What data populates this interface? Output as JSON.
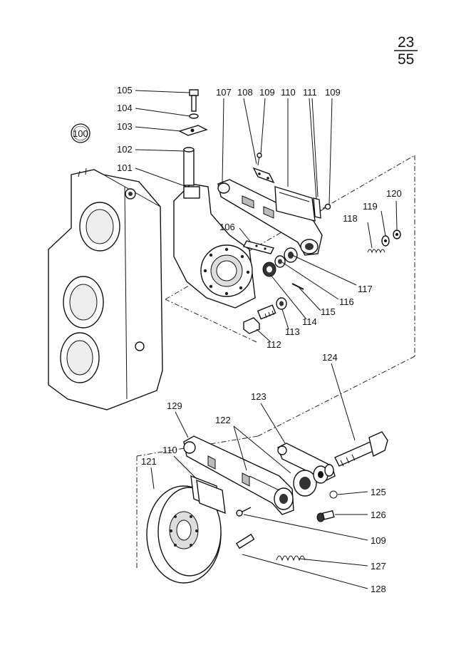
{
  "page": {
    "number_top": "23",
    "number_bottom": "55"
  },
  "assembly_label": "100",
  "callouts": [
    {
      "id": "c105",
      "text": "105"
    },
    {
      "id": "c104",
      "text": "104"
    },
    {
      "id": "c103",
      "text": "103"
    },
    {
      "id": "c102",
      "text": "102"
    },
    {
      "id": "c101",
      "text": "101"
    },
    {
      "id": "c107",
      "text": "107"
    },
    {
      "id": "c108",
      "text": "108"
    },
    {
      "id": "c109a",
      "text": "109"
    },
    {
      "id": "c110a",
      "text": "110"
    },
    {
      "id": "c111",
      "text": "111"
    },
    {
      "id": "c109b",
      "text": "109"
    },
    {
      "id": "c120",
      "text": "120"
    },
    {
      "id": "c119",
      "text": "119"
    },
    {
      "id": "c118",
      "text": "118"
    },
    {
      "id": "c106",
      "text": "106"
    },
    {
      "id": "c117",
      "text": "117"
    },
    {
      "id": "c116",
      "text": "116"
    },
    {
      "id": "c115",
      "text": "115"
    },
    {
      "id": "c114",
      "text": "114"
    },
    {
      "id": "c113",
      "text": "113"
    },
    {
      "id": "c112",
      "text": "112"
    },
    {
      "id": "c124",
      "text": "124"
    },
    {
      "id": "c123",
      "text": "123"
    },
    {
      "id": "c129",
      "text": "129"
    },
    {
      "id": "c122",
      "text": "122"
    },
    {
      "id": "c121",
      "text": "121"
    },
    {
      "id": "c110b",
      "text": "110"
    },
    {
      "id": "c125",
      "text": "125"
    },
    {
      "id": "c126",
      "text": "126"
    },
    {
      "id": "c109c",
      "text": "109"
    },
    {
      "id": "c127",
      "text": "127"
    },
    {
      "id": "c128",
      "text": "128"
    }
  ]
}
